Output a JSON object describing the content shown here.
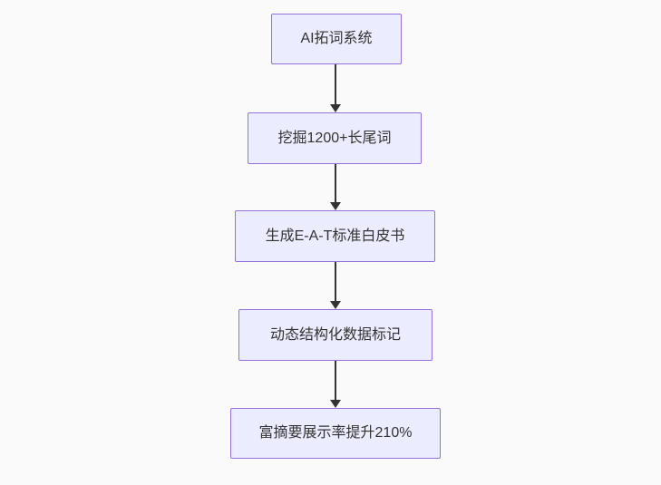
{
  "flowchart": {
    "type": "vertical-flowchart",
    "direction": "top-down",
    "colors": {
      "background": "#fafafa",
      "node_fill": "#ECECFF",
      "node_border": "#9370DB",
      "node_text": "#333333",
      "arrow": "#333333"
    },
    "nodes": [
      {
        "id": "node-1",
        "label": "AI拓词系统"
      },
      {
        "id": "node-2",
        "label": "挖掘1200+长尾词"
      },
      {
        "id": "node-3",
        "label": "生成E-A-T标准白皮书"
      },
      {
        "id": "node-4",
        "label": "动态结构化数据标记"
      },
      {
        "id": "node-5",
        "label": "富摘要展示率提升210%"
      }
    ],
    "edges": [
      {
        "from": "node-1",
        "to": "node-2"
      },
      {
        "from": "node-2",
        "to": "node-3"
      },
      {
        "from": "node-3",
        "to": "node-4"
      },
      {
        "from": "node-4",
        "to": "node-5"
      }
    ]
  }
}
